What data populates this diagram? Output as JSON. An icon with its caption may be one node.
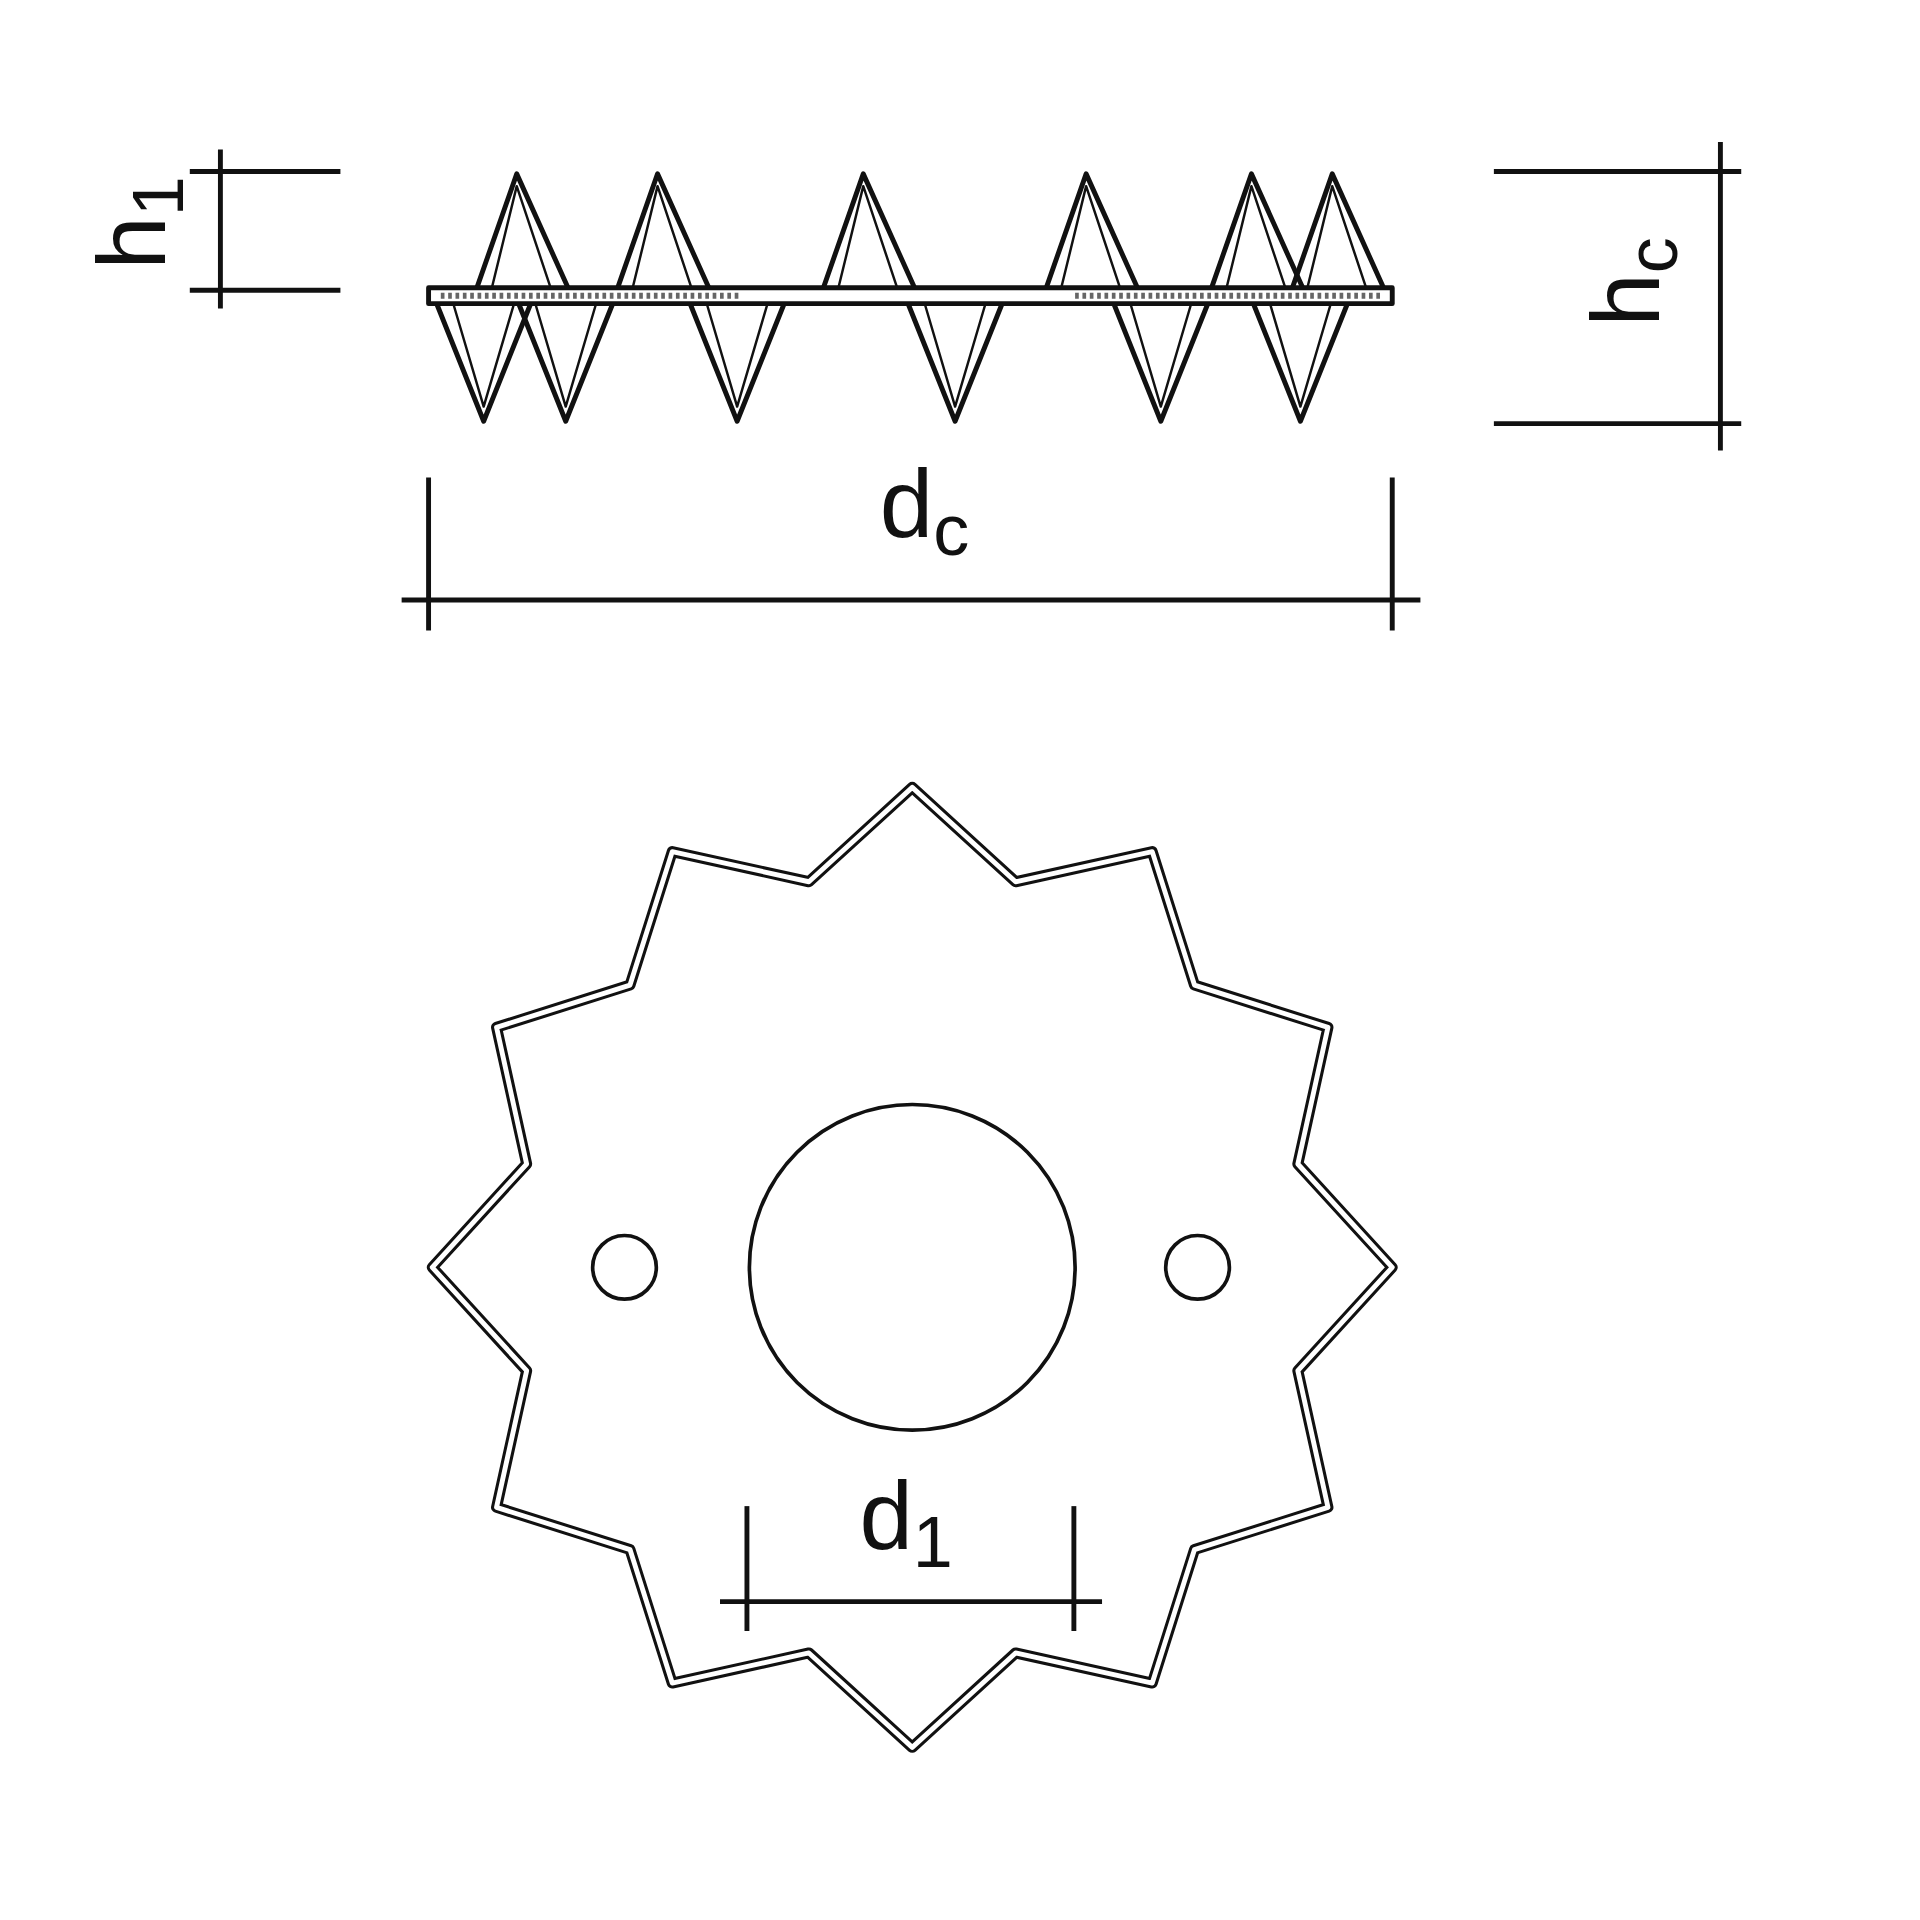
{
  "diagram": {
    "labels": [
      "h$_{1}$",
      "d$_{c}$",
      "h$_{c}$",
      "d$_{1}$"
    ]
  }
}
